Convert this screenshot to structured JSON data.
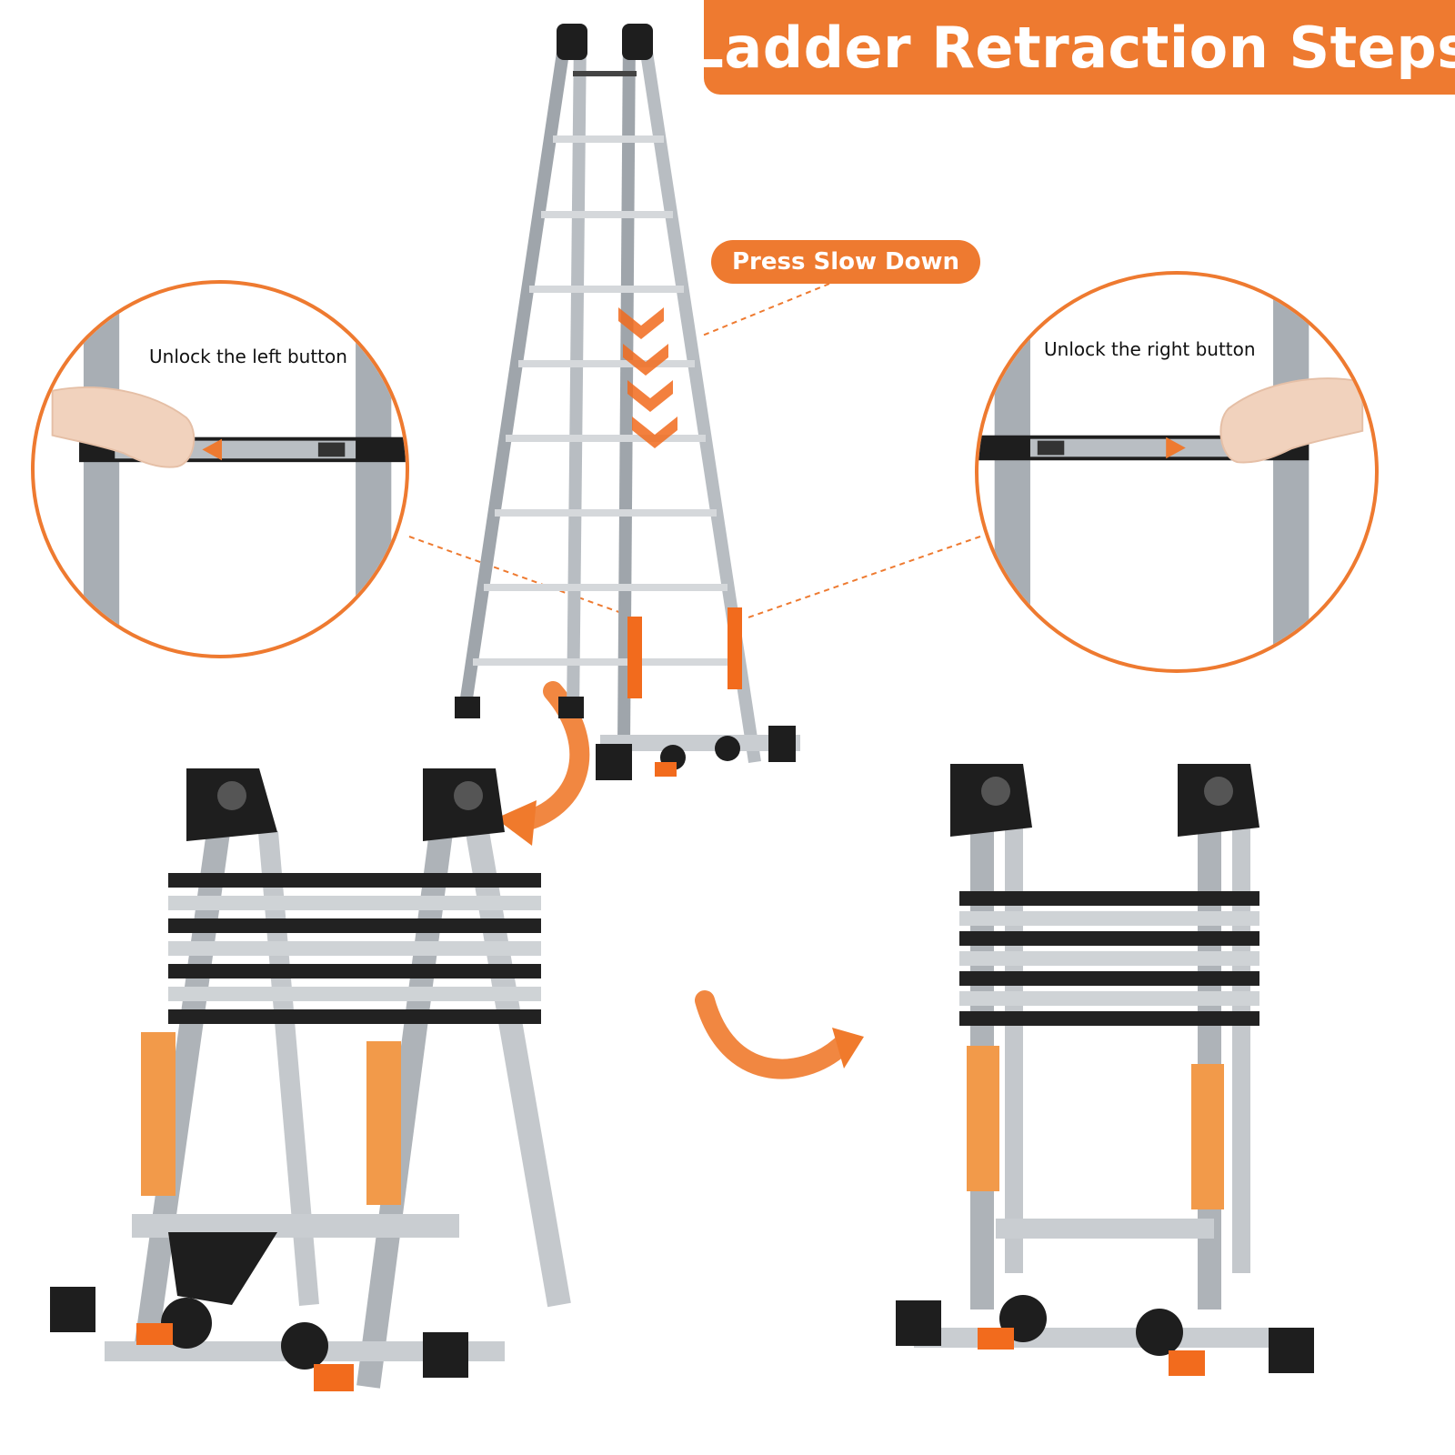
{
  "banner": {
    "title": "Ladder Retraction Steps"
  },
  "callout": {
    "label": "Press Slow Down"
  },
  "steps": {
    "left": {
      "caption": "Unlock the left button"
    },
    "right": {
      "caption": "Unlock the right button"
    }
  },
  "colors": {
    "accent": "#EE7A30",
    "steel": "#B8BDC2",
    "dark": "#1E1E1E",
    "orange_part": "#F26B1D"
  },
  "icons": [
    "chevron-down-icon",
    "curved-arrow-icon",
    "hand-icon",
    "arrow-left-icon",
    "arrow-right-icon"
  ]
}
